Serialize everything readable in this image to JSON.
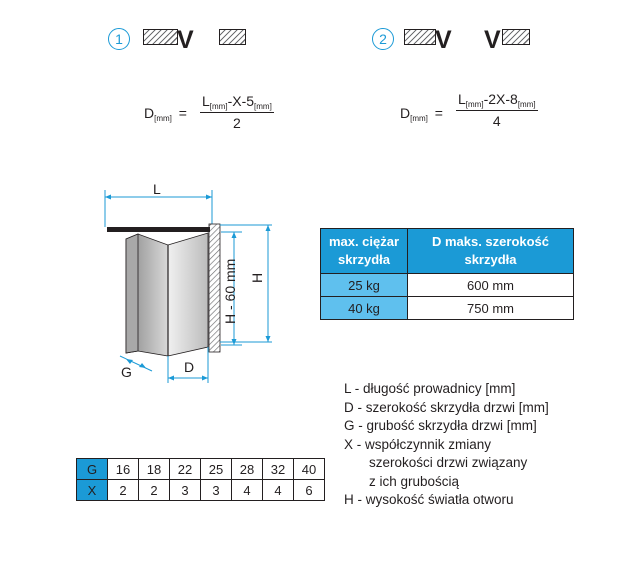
{
  "variant1": {
    "number": "1",
    "formula": {
      "lhs": "D",
      "lhs_sub": "[mm]",
      "eq": "=",
      "num_pre": "L",
      "num_sub1": "[mm]",
      "num_mid": "-X-5",
      "num_sub2": "[mm]",
      "den": "2"
    }
  },
  "variant2": {
    "number": "2",
    "formula": {
      "lhs": "D",
      "lhs_sub": "[mm]",
      "eq": "=",
      "num_pre": "L",
      "num_sub1": "[mm]",
      "num_mid": "-2X-8",
      "num_sub2": "[mm]",
      "den": "4"
    }
  },
  "diagram": {
    "label_L": "L",
    "label_H": "H",
    "label_H60": "H - 60 mm",
    "label_G": "G",
    "label_D": "D"
  },
  "weights_table": {
    "header": [
      "max. ciężar skrzydła",
      "D maks. szerokość skrzydła"
    ],
    "rows": [
      {
        "weight": "25 kg",
        "width": "600 mm"
      },
      {
        "weight": "40 kg",
        "width": "750 mm"
      }
    ]
  },
  "gx_table": {
    "g_label": "G",
    "x_label": "X",
    "g_values": [
      "16",
      "18",
      "22",
      "25",
      "28",
      "32",
      "40"
    ],
    "x_values": [
      "2",
      "2",
      "3",
      "3",
      "4",
      "4",
      "6"
    ]
  },
  "legend": [
    "L - długość prowadnicy [mm]",
    "D - szerokość skrzydła drzwi [mm]",
    "G - grubość skrzydła drzwi [mm]",
    "X - współczynnik zmiany",
    "szerokości drzwi związany",
    "z ich grubością",
    "H - wysokość światła otworu"
  ],
  "colors": {
    "accent": "#1b9ad6",
    "light_accent": "#5fc0ee",
    "text": "#231f20"
  }
}
